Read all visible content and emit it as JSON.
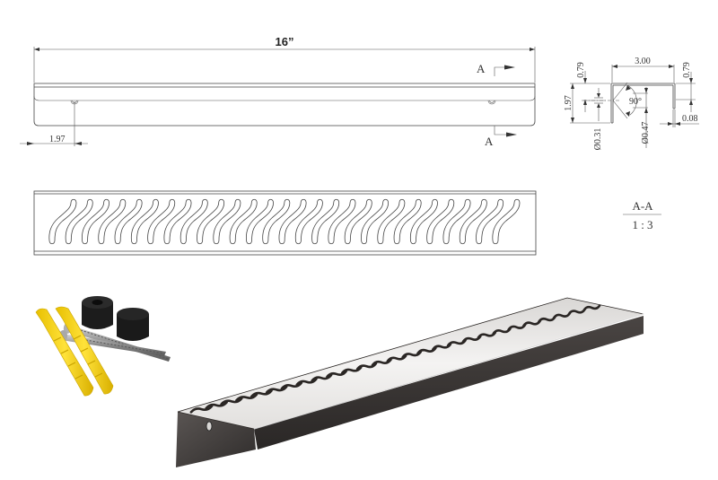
{
  "drawing": {
    "front_view": {
      "overall_length_label": "16”",
      "hole_offset_label": "1.97",
      "section_marker_top": "A",
      "section_marker_bottom": "A"
    },
    "section_view": {
      "width_label": "3.00",
      "height_label": "1.97",
      "flange_top_label": "0.79",
      "flange_right_label": "0.79",
      "thickness_label": "0.08",
      "angle_label": "90°",
      "hole_diameter_label": "Ø0.31",
      "countersink_diameter_label": "Ø0.47"
    },
    "section_title": {
      "name": "A-A",
      "scale": "1 : 3"
    },
    "top_view": {
      "slot_count": 28,
      "slot_pattern": "wave"
    },
    "hardware": {
      "items": [
        "yellow-wall-anchor",
        "yellow-wall-anchor",
        "wood-screw",
        "wood-screw",
        "black-rubber-spacer",
        "black-rubber-spacer"
      ],
      "anchor_color": "#f2d21b",
      "spacer_color": "#1e1e1e",
      "screw_color": "#9a9a9a"
    },
    "render_3d": {
      "top_surface_color": "#e6e4e2",
      "front_face_color": "#3a3634",
      "slot_color": "#2a2624"
    }
  }
}
